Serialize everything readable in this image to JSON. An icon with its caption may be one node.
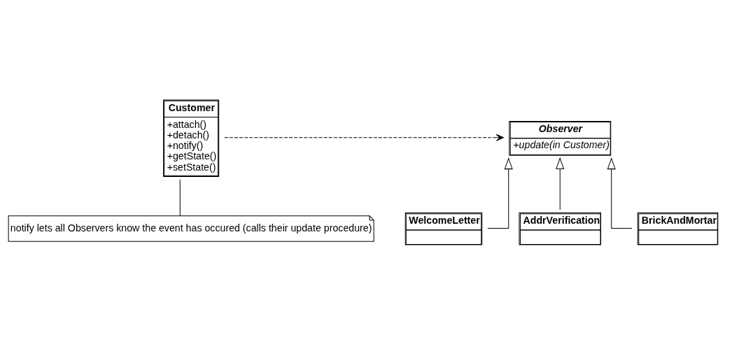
{
  "diagram": {
    "nodes": [
      {
        "text": [
          "Customer",
          "+attach()",
          "+detach()",
          "+notify()",
          "+getState()",
          "+setState()"
        ]
      },
      {
        "text": [
          "Observer",
          "+update(in Customer)"
        ]
      },
      {
        "text": [
          "WelcomeLetter"
        ]
      },
      {
        "text": [
          "AddrVerification"
        ]
      },
      {
        "text": [
          "BrickAndMortar"
        ]
      },
      {
        "text": [
          "notify lets all Observers know the event has occured (calls their update procedure)"
        ]
      }
    ],
    "edges": [
      {
        "from": 0,
        "to": 1,
        "arrow": "to",
        "style": "dashed"
      },
      {
        "from": 2,
        "to": 1,
        "arrow": "to"
      },
      {
        "from": 3,
        "to": 1,
        "arrow": "to"
      },
      {
        "from": 4,
        "to": 1,
        "arrow": "to"
      },
      {
        "from": 0,
        "to": 5,
        "arrow": "none"
      }
    ]
  }
}
